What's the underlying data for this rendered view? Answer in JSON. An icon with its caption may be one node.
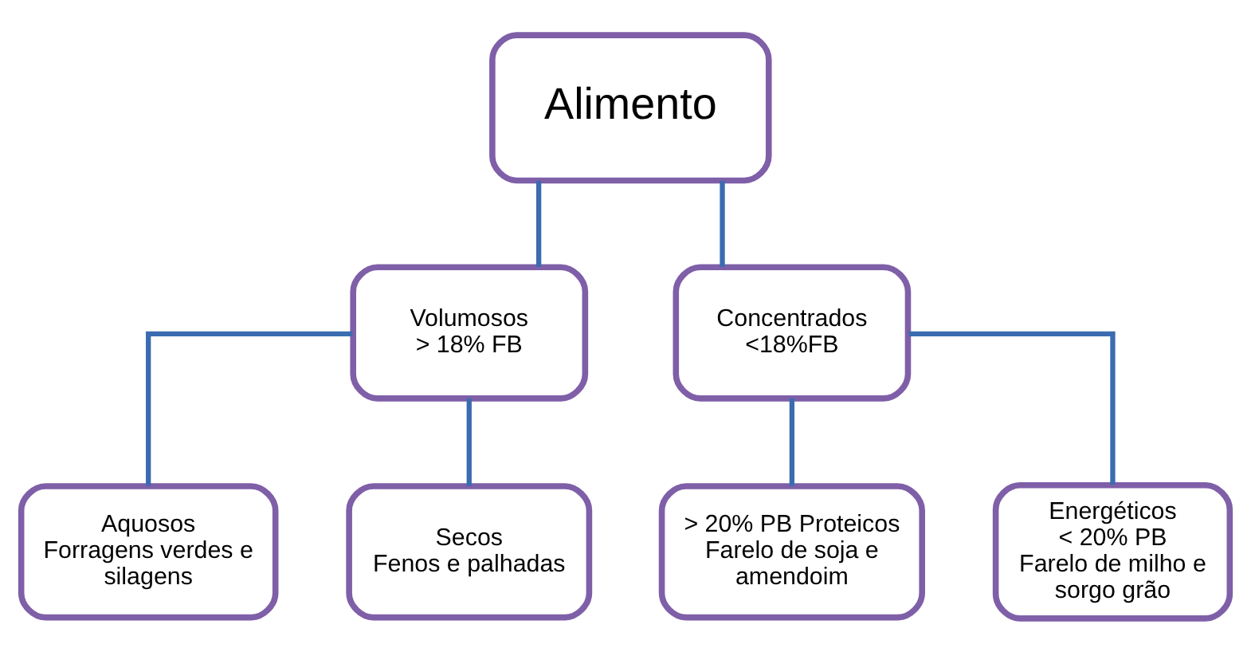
{
  "diagram": {
    "nodes": [
      {
        "text": [
          "Alimento"
        ]
      },
      {
        "text": [
          "Volumosos",
          "> 18% FB"
        ]
      },
      {
        "text": [
          "Concentrados",
          "<18%FB"
        ]
      },
      {
        "text": [
          "Aquosos",
          "Forragens verdes e silagens"
        ]
      },
      {
        "text": [
          "Secos",
          "Fenos e palhadas"
        ]
      },
      {
        "text": [
          "> 20% PB Proteicos",
          "Farelo de soja e amendoim"
        ]
      },
      {
        "text": [
          "Energéticos",
          "< 20% PB",
          "Farelo de milho e sorgo grão"
        ]
      }
    ],
    "edges": [
      {
        "from": 0,
        "to": 1,
        "arrow": "none"
      },
      {
        "from": 0,
        "to": 2,
        "arrow": "none"
      },
      {
        "from": 1,
        "to": 3,
        "arrow": "none"
      },
      {
        "from": 1,
        "to": 4,
        "arrow": "none"
      },
      {
        "from": 2,
        "to": 5,
        "arrow": "none"
      },
      {
        "from": 2,
        "to": 6,
        "arrow": "none"
      }
    ]
  }
}
